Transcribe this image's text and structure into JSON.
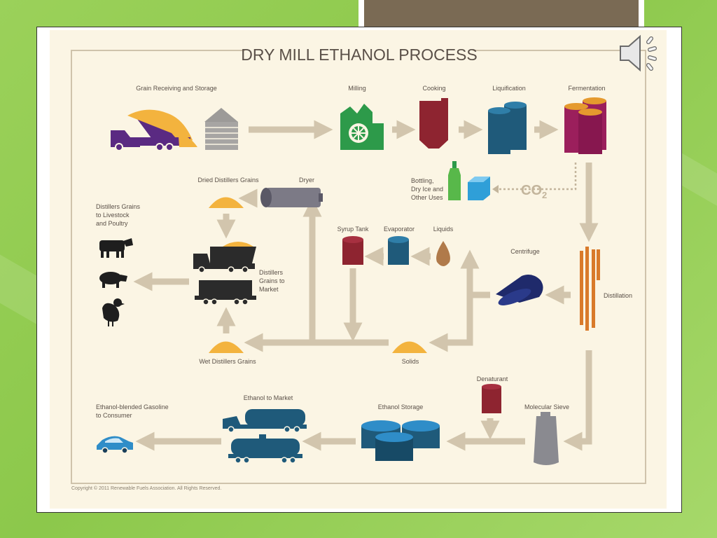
{
  "title": "DRY MILL ETHANOL PROCESS",
  "labels": {
    "grain_receiving": "Grain Receiving and Storage",
    "milling": "Milling",
    "cooking": "Cooking",
    "liquification": "Liquification",
    "fermentation": "Fermentation",
    "bottling_1": "Bottling,",
    "bottling_2": "Dry Ice and",
    "bottling_3": "Other Uses",
    "co2": "CO",
    "co2_sub": "2",
    "dried_grains": "Dried Distillers Grains",
    "dryer": "Dryer",
    "livestock_1": "Distillers Grains",
    "livestock_2": "to Livestock",
    "livestock_3": "and Poultry",
    "syrup_tank": "Syrup Tank",
    "evaporator": "Evaporator",
    "liquids": "Liquids",
    "centrifuge": "Centrifuge",
    "market_1": "Distillers",
    "market_2": "Grains to",
    "market_3": "Market",
    "distillation": "Distillation",
    "wet_grains": "Wet Distillers Grains",
    "solids": "Solids",
    "denaturant": "Denaturant",
    "ethanol_to_market": "Ethanol to Market",
    "consumer_1": "Ethanol-blended Gasoline",
    "consumer_2": "to Consumer",
    "ethanol_storage": "Ethanol Storage",
    "molecular_sieve": "Molecular Sieve"
  },
  "copyright": "Copyright © 2011 Renewable Fuels Association. All Rights Reserved.",
  "colors": {
    "arrow": "#d2c5ad",
    "purple": "#5a2a82",
    "green": "#2d9a4a",
    "red": "#8e2430",
    "blue": "#1f5a7a",
    "magenta": "#9b1f5c",
    "orange": "#e59a2e",
    "grain": "#f3b33e",
    "navy": "#1f2a6b",
    "dark": "#2b2b2b",
    "sky": "#2f8dc8"
  },
  "icons": [
    "speaker-icon"
  ]
}
